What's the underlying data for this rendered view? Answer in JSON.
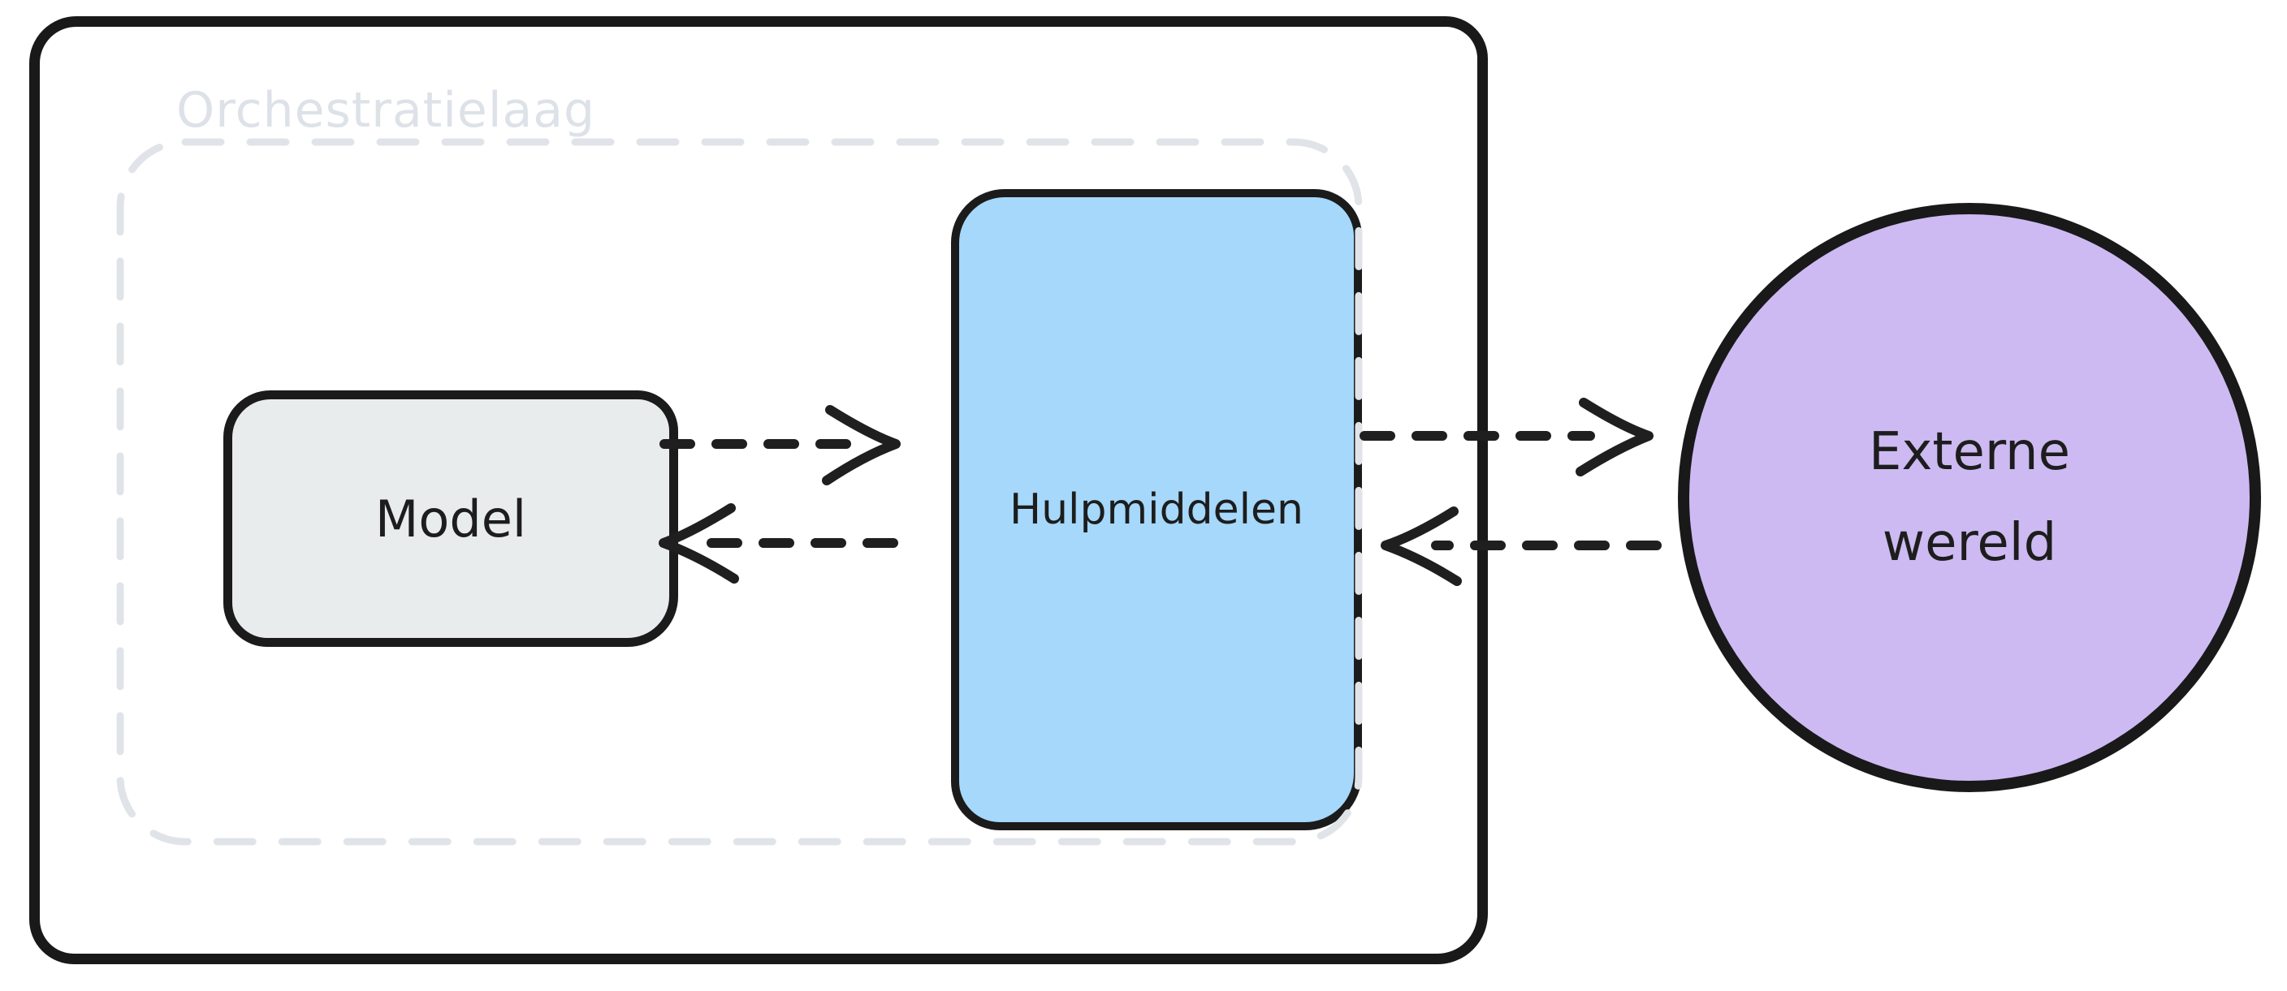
{
  "diagram": {
    "title": "",
    "container": {
      "label": "Orchestratielaag",
      "label_color": "#dde2e8",
      "border_color": "#191919",
      "dashed_boundary_color": "#e0e4e9",
      "background": "#ffffff"
    },
    "nodes": [
      {
        "id": "model",
        "label": "Model",
        "shape": "rounded-rectangle",
        "fill": "#e9eced",
        "stroke": "#1b1b1b",
        "inside_orchestration_layer": true
      },
      {
        "id": "hulpmiddelen",
        "label": "Hulpmiddelen",
        "shape": "rounded-rectangle",
        "fill": "#a5d8fa",
        "stroke": "#1b1b1b",
        "inside_orchestration_layer": true
      },
      {
        "id": "externe-wereld",
        "label": "Externe wereld",
        "shape": "circle",
        "fill": "#cdbaf2",
        "stroke": "#191919",
        "inside_orchestration_layer": false
      }
    ],
    "edges": [
      {
        "from": "Model",
        "to": "Hulpmiddelen",
        "style": "dashed",
        "arrowhead": "open-chevron",
        "direction": "right"
      },
      {
        "from": "Hulpmiddelen",
        "to": "Model",
        "style": "dashed",
        "arrowhead": "open-chevron",
        "direction": "left"
      },
      {
        "from": "Hulpmiddelen",
        "to": "Externe wereld",
        "style": "dashed",
        "arrowhead": "open-chevron",
        "direction": "right"
      },
      {
        "from": "Externe wereld",
        "to": "Hulpmiddelen",
        "style": "dashed",
        "arrowhead": "open-chevron",
        "direction": "left"
      }
    ],
    "edge_color": "#1f1f1f"
  }
}
